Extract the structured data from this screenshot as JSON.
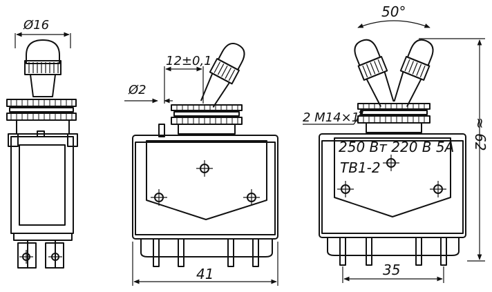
{
  "dimensions": {
    "side_diameter": "Ø16",
    "pin_diameter": "Ø2",
    "lever_offset": "12±0,1",
    "width_front": "41",
    "angle": "50°",
    "thread": "2 M14×1",
    "height": "≈ 62",
    "mount_spacing": "35"
  },
  "plate": {
    "line1": "250 Вт 220 В 5А",
    "line2": "ТВ1-2"
  },
  "colors": {
    "ink": "#111111",
    "paper": "#ffffff"
  }
}
